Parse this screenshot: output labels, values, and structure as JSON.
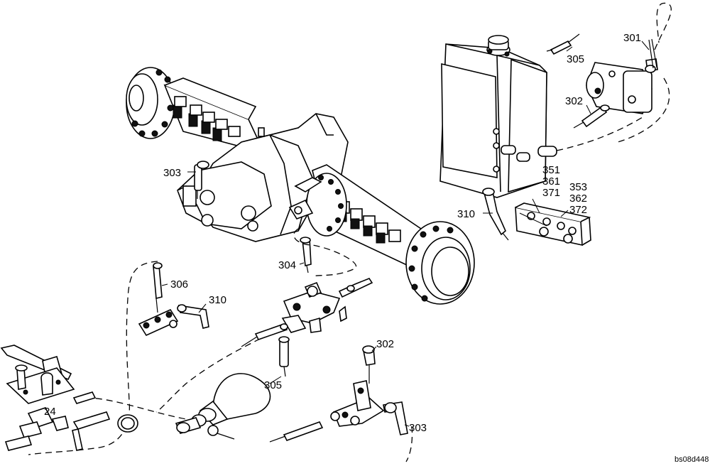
{
  "callouts": [
    {
      "id": "c301",
      "text": "301"
    },
    {
      "id": "c305a",
      "text": "305"
    },
    {
      "id": "c302a",
      "text": "302"
    },
    {
      "id": "c303a",
      "text": "303"
    },
    {
      "id": "c351",
      "text": "351"
    },
    {
      "id": "c361",
      "text": "361"
    },
    {
      "id": "c371",
      "text": "371"
    },
    {
      "id": "c353",
      "text": "353"
    },
    {
      "id": "c362",
      "text": "362"
    },
    {
      "id": "c372",
      "text": "372"
    },
    {
      "id": "c310a",
      "text": "310"
    },
    {
      "id": "c304",
      "text": "304"
    },
    {
      "id": "c306",
      "text": "306"
    },
    {
      "id": "c310b",
      "text": "310"
    },
    {
      "id": "c302b",
      "text": "302"
    },
    {
      "id": "c305b",
      "text": "305"
    },
    {
      "id": "c24",
      "text": "24"
    },
    {
      "id": "c303b",
      "text": "303"
    }
  ],
  "footer": {
    "code": "bs08d448"
  }
}
